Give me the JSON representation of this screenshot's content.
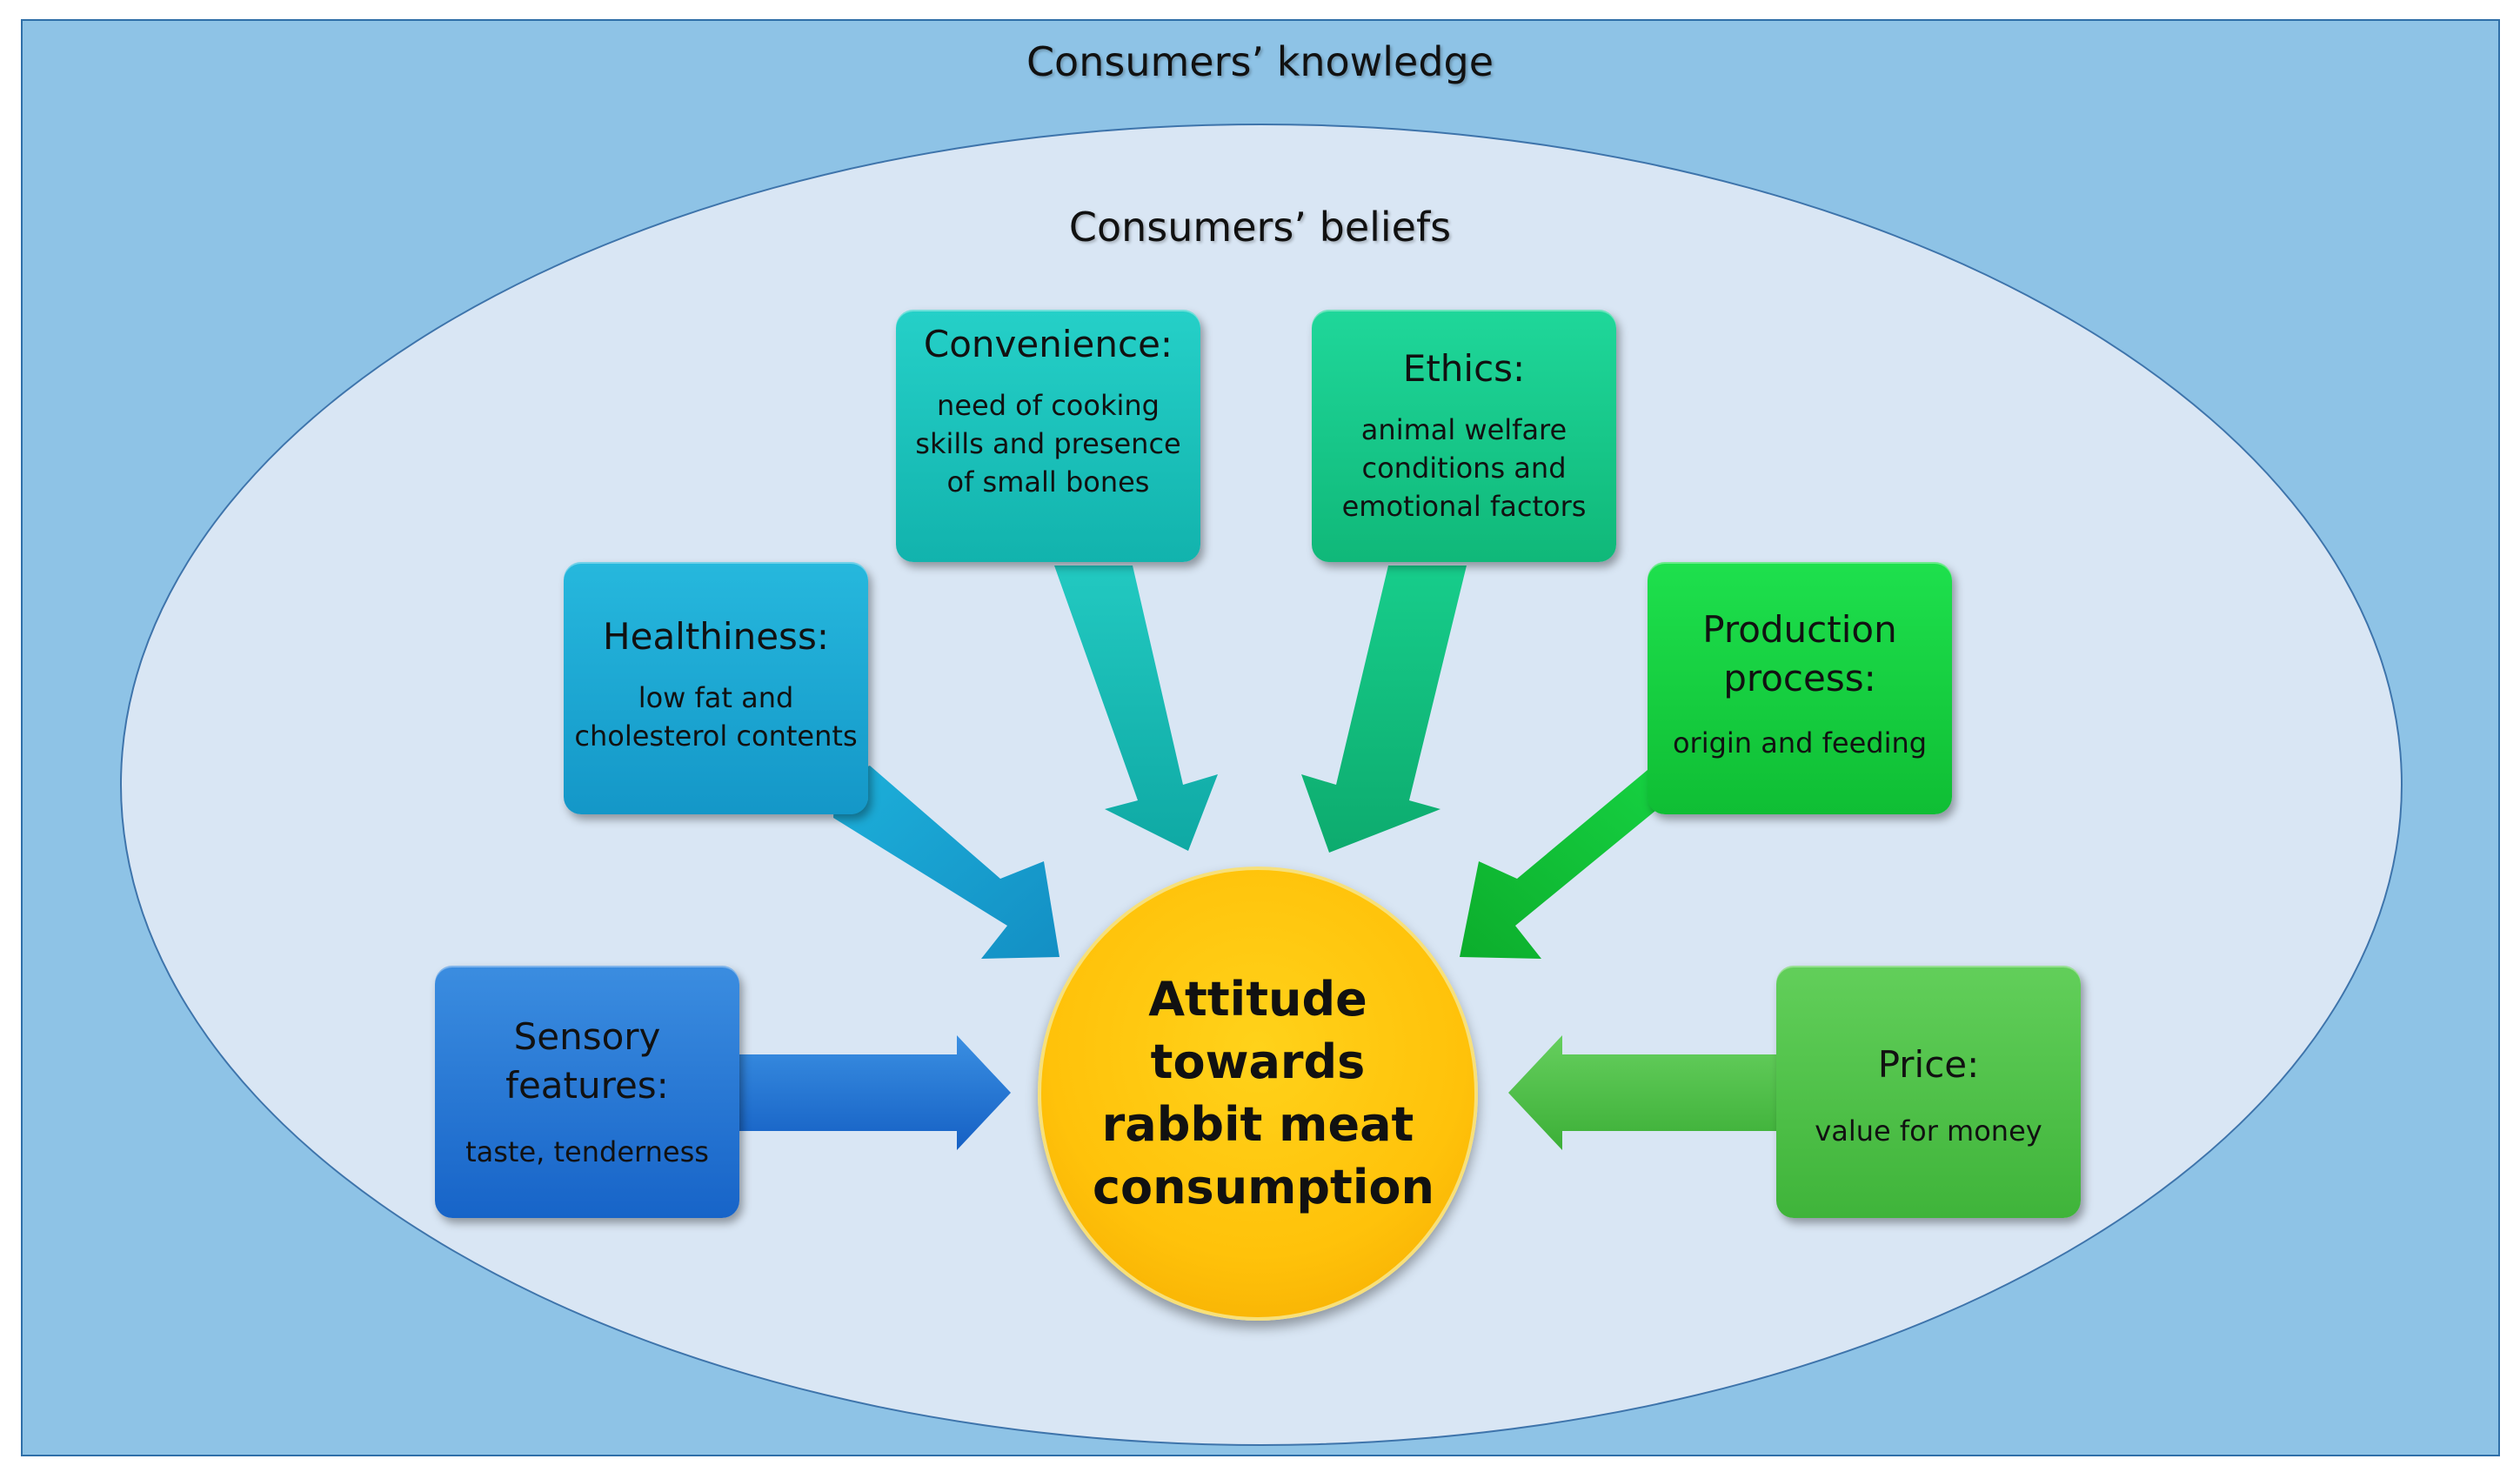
{
  "outer": {
    "label": "Consumers’ knowledge"
  },
  "inner": {
    "label": "Consumers’ beliefs"
  },
  "center": {
    "text": "Attitude towards rabbit meat consumption"
  },
  "factors": {
    "sensory": {
      "title": "Sensory features:",
      "desc": "taste, tenderness"
    },
    "healthiness": {
      "title": "Healthiness:",
      "desc": "low fat and cholesterol contents"
    },
    "convenience": {
      "title": "Convenience:",
      "desc": "need of cooking skills and presence of small bones"
    },
    "ethics": {
      "title": "Ethics:",
      "desc": "animal welfare conditions and emotional factors"
    },
    "production": {
      "title": "Production process:",
      "desc": "origin and feeding"
    },
    "price": {
      "title": "Price:",
      "desc": "value for money"
    }
  },
  "colors": {
    "outer_bg": "#8ec3e6",
    "ellipse_bg": "#d9e6f4",
    "sensory": "#1f6fd0",
    "healthiness": "#1aa7d2",
    "convenience": "#17c1b9",
    "ethics": "#14c685",
    "production": "#14cc3b",
    "price": "#4cbf45",
    "center": "#ffc20a"
  }
}
